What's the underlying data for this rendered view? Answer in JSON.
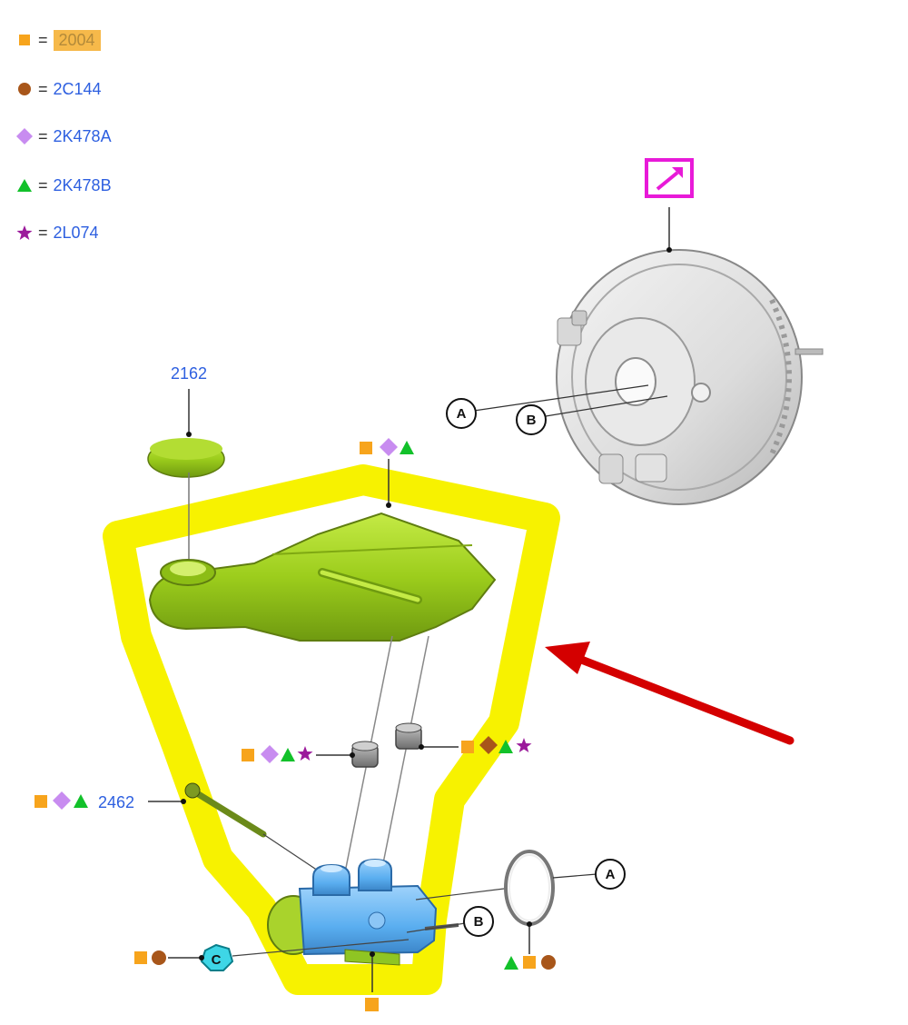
{
  "legend": [
    {
      "symbol": "square",
      "color": "#f7a41c",
      "code": "2004",
      "highlighted": true
    },
    {
      "symbol": "circle",
      "color": "#a8561a",
      "code": "2C144",
      "highlighted": false
    },
    {
      "symbol": "diamond",
      "color": "#c88cf0",
      "code": "2K478A",
      "highlighted": false
    },
    {
      "symbol": "triangle",
      "color": "#12c12a",
      "code": "2K478B",
      "highlighted": false
    },
    {
      "symbol": "star",
      "color": "#9b1a9b",
      "code": "2L074",
      "highlighted": false
    }
  ],
  "parts": {
    "reservoir_cap": "2162",
    "brake_line_sensor": "2462"
  },
  "callouts": {
    "a": "A",
    "b": "B",
    "c": "C"
  },
  "colors": {
    "highlight": "#f7f200",
    "reservoir": "#9acd1e",
    "master_cylinder": "#6ab4f0",
    "booster": "#e6e6e6",
    "arrow": "#d40000",
    "magenta_icon": "#e81ad8"
  }
}
